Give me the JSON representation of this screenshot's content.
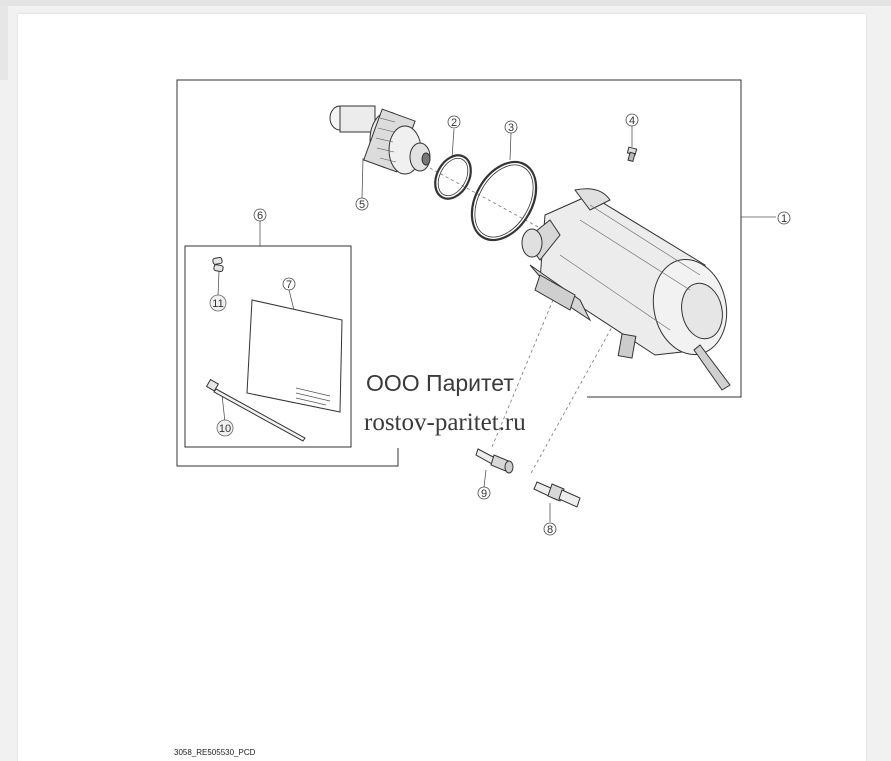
{
  "callouts": [
    "1",
    "2",
    "3",
    "4",
    "5",
    "6",
    "7",
    "8",
    "9",
    "10",
    "11"
  ],
  "watermark": {
    "company": "ООО Паритет",
    "website": "rostov-paritet.ru"
  },
  "drawing_id": "3058_RE505530_PCD"
}
